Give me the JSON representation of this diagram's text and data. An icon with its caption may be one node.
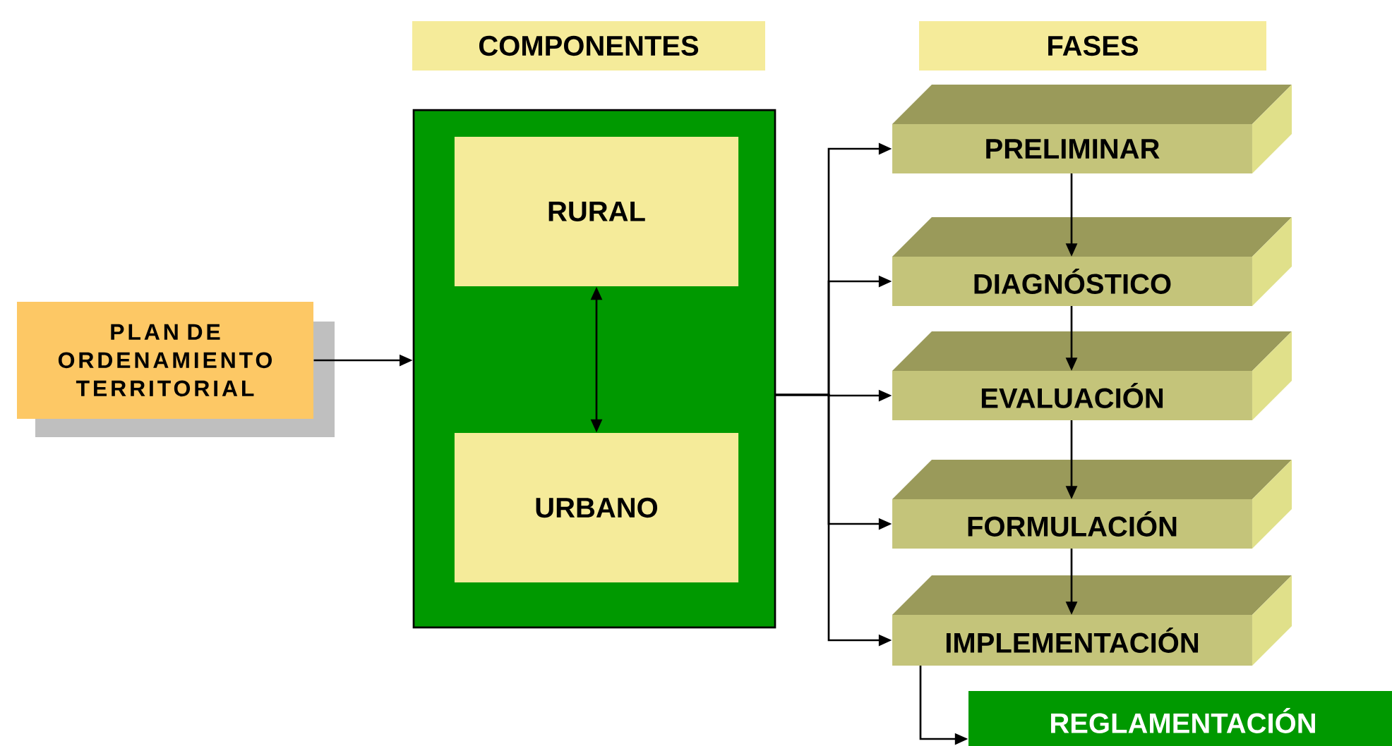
{
  "diagram": {
    "nodes": [
      {
        "text": [
          "COMPONENTES"
        ]
      },
      {
        "text": [
          "FASES"
        ]
      },
      {
        "text": [
          "PLAN DE ORDENAMIENTO TERRITORIAL"
        ]
      },
      {
        "text": [],
        "shape": "box"
      },
      {
        "text": [
          "RURAL"
        ],
        "in": 3
      },
      {
        "text": [
          "URBANO"
        ],
        "in": 3
      },
      {
        "text": [
          "PRELIMINAR"
        ]
      },
      {
        "text": [
          "DIAGNÓSTICO"
        ]
      },
      {
        "text": [
          "EVALUACIÓN"
        ]
      },
      {
        "text": [
          "FORMULACIÓN"
        ]
      },
      {
        "text": [
          "IMPLEMENTACIÓN"
        ]
      },
      {
        "text": [
          "REGLAMENTACIÓN"
        ]
      }
    ],
    "edges": [
      {
        "from": 2,
        "to": 3,
        "arrow": "to"
      },
      {
        "from": 4,
        "to": 5,
        "arrow": "both"
      },
      {
        "from": 3,
        "to": 6,
        "arrow": "to"
      },
      {
        "from": 3,
        "to": 7,
        "arrow": "to"
      },
      {
        "from": 3,
        "to": 8,
        "arrow": "to"
      },
      {
        "from": 3,
        "to": 9,
        "arrow": "to"
      },
      {
        "from": 3,
        "to": 10,
        "arrow": "to"
      },
      {
        "from": 6,
        "to": 7,
        "arrow": "to"
      },
      {
        "from": 7,
        "to": 8,
        "arrow": "to"
      },
      {
        "from": 8,
        "to": 9,
        "arrow": "to"
      },
      {
        "from": 9,
        "to": 10,
        "arrow": "to"
      },
      {
        "from": 10,
        "to": 11,
        "arrow": "to"
      }
    ]
  }
}
